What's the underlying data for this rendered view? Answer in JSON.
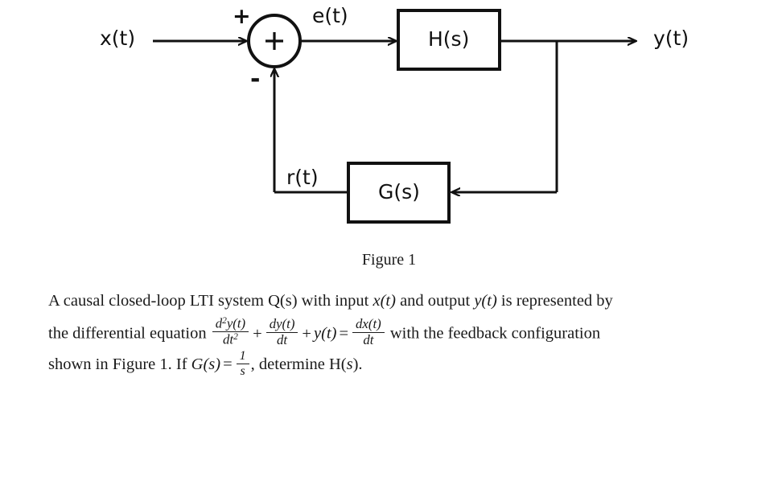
{
  "figure": {
    "caption": "Figure 1",
    "signals": {
      "input": "x(t)",
      "error": "e(t)",
      "output": "y(t)",
      "feedback": "r(t)"
    },
    "summing_junction": {
      "symbol": "+",
      "input_sign": "+",
      "feedback_sign": "-"
    },
    "blocks": [
      {
        "id": "forward-block",
        "label": "H(s)"
      },
      {
        "id": "feedback-block",
        "label": "G(s)"
      }
    ],
    "colors": {
      "stroke": "#111111",
      "text": "#1a1a1a",
      "background": "#ffffff"
    }
  },
  "problem": {
    "line1": {
      "part1": "A causal closed-loop LTI system Q(s) with input ",
      "var_x": "x(t)",
      "part2": " and output ",
      "var_y": "y(t)",
      "part3": " is represented by"
    },
    "line2": {
      "part1": "the differential equation ",
      "frac1_num": "d",
      "frac1_num_exp": "2",
      "frac1_num_rest": "y(t)",
      "frac1_den": "dt",
      "frac1_den_exp": "2",
      "op1": "+",
      "frac2_num": "dy(t)",
      "frac2_den": "dt",
      "op2": "+",
      "term_y": "y(t)",
      "op3": "=",
      "frac3_num": "dx(t)",
      "frac3_den": "dt",
      "part2": " with the feedback configuration"
    },
    "line3": {
      "part1": "shown in Figure 1.  If ",
      "var_g": "G(s)",
      "op1": "=",
      "frac_num": "1",
      "frac_den": "s",
      "part2": ", determine H(",
      "var_s": "s",
      "part3": ")."
    }
  }
}
